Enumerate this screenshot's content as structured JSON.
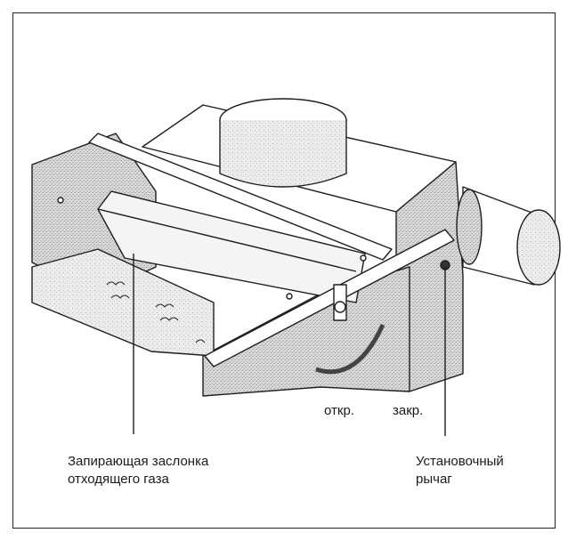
{
  "labels": {
    "open": "откр.",
    "closed": "закр.",
    "damper_line1": "Запирающая заслонка",
    "damper_line2": "отходящего газа",
    "lever_line1": "Установочный",
    "lever_line2": "рычаг"
  }
}
